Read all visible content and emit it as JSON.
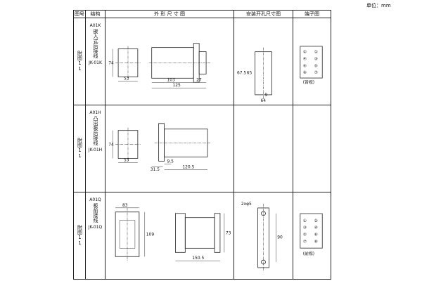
{
  "unit_label": "单位：mm",
  "headers": {
    "figure_no": "图号",
    "structure": "结构",
    "outline": "外 形 尺 寸 图",
    "cutout": "安装开孔尺寸图",
    "terminal": "端子图"
  },
  "rows": [
    {
      "figure": "附图11",
      "code": "A01K",
      "structure": "嵌入式后接线",
      "model": "JK-01K",
      "dims": {
        "w": "53",
        "h": "74",
        "d1": "103",
        "d2": "27",
        "d3": "125",
        "c1": "67.5",
        "c2": "65",
        "c3": "9",
        "c4": "64"
      },
      "terminal_label": "(背视)",
      "terminals": [
        "②",
        "①",
        "④",
        "③",
        "⑥",
        "⑤",
        "⑧",
        "⑦"
      ]
    },
    {
      "figure": "附图11",
      "code": "A01H",
      "structure": "凸出板后接线",
      "model": "JK-01H",
      "dims": {
        "w": "53",
        "h": "74",
        "d1": "31.5",
        "d2": "9.5",
        "d3": "120.5"
      }
    },
    {
      "figure": "附图11",
      "code": "A01Q",
      "structure": "板前接线",
      "model": "JK-01Q",
      "dims": {
        "w": "83",
        "h": "109",
        "d1": "73",
        "d2": "150.5",
        "c1": "2xφ5",
        "c2": "90"
      },
      "terminal_label": "(前视)",
      "terminals": [
        "①",
        "②",
        "③",
        "④",
        "⑤",
        "⑥",
        "⑦",
        "⑧"
      ]
    }
  ]
}
